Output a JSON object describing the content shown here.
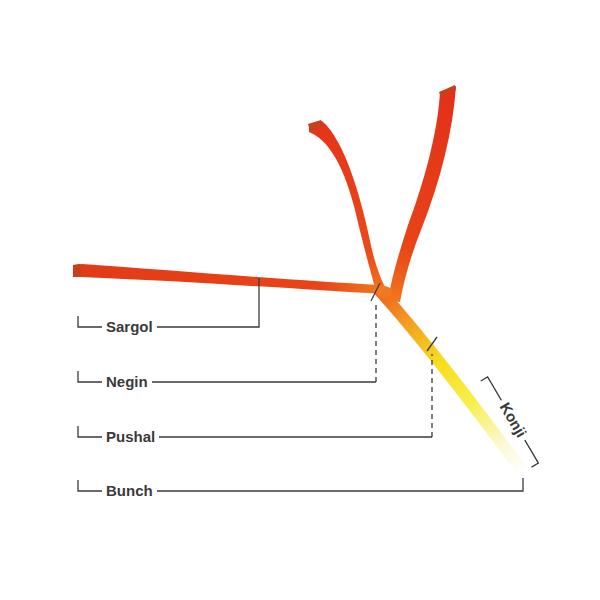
{
  "diagram": {
    "labels": [
      "Sargol",
      "Negin",
      "Pushal",
      "Bunch",
      "Konji"
    ]
  }
}
